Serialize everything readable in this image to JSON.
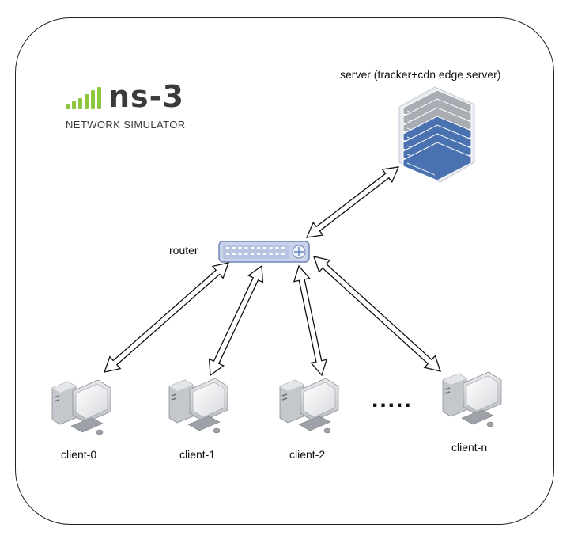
{
  "logo": {
    "name": "ns-3",
    "subtitle": "NETWORK SIMULATOR",
    "colors": {
      "bars": "#8dc63f",
      "text": "#3a3a3a"
    }
  },
  "nodes": {
    "server": {
      "label": "server (tracker+cdn edge server)",
      "icon": "server-rack-icon"
    },
    "router": {
      "label": "router",
      "icon": "router-icon"
    },
    "clients": [
      {
        "label": "client-0",
        "icon": "desktop-computer-icon"
      },
      {
        "label": "client-1",
        "icon": "desktop-computer-icon"
      },
      {
        "label": "client-2",
        "icon": "desktop-computer-icon"
      },
      {
        "label": "client-n",
        "icon": "desktop-computer-icon"
      }
    ],
    "ellipsis": "....."
  },
  "links": [
    {
      "from": "router",
      "to": "server",
      "type": "bidirectional"
    },
    {
      "from": "router",
      "to": "client-0",
      "type": "bidirectional"
    },
    {
      "from": "router",
      "to": "client-1",
      "type": "bidirectional"
    },
    {
      "from": "router",
      "to": "client-2",
      "type": "bidirectional"
    },
    {
      "from": "router",
      "to": "client-n",
      "type": "bidirectional"
    }
  ],
  "colors": {
    "router": "#c9d3ea",
    "server_blue": "#4a72b0",
    "server_gray": "#a9adb3",
    "border": "#222222"
  }
}
